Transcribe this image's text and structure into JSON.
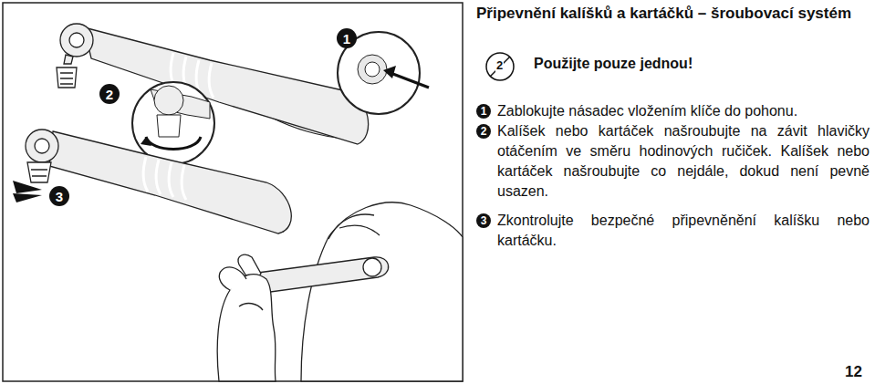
{
  "diagram": {
    "title": "Připevnění kalíšků a kartáčků – šroubovací systém",
    "labels": [
      "1",
      "2",
      "3",
      "2",
      "Použijte pouze jednou!",
      "1",
      "Zablokujte násadec vložením klíče do pohonu.",
      "2",
      "Kalíšek nebo kartáček našroubujte na závit hlavičky otáčením ve směru hodinových ručiček. Kalíšek nebo kartáček našroubujte co nejdále, dokud není pevně usazen.",
      "3",
      "Zkontrolujte bezpečné připevněnění kalíšku nebo kartáčku.",
      "12"
    ]
  }
}
